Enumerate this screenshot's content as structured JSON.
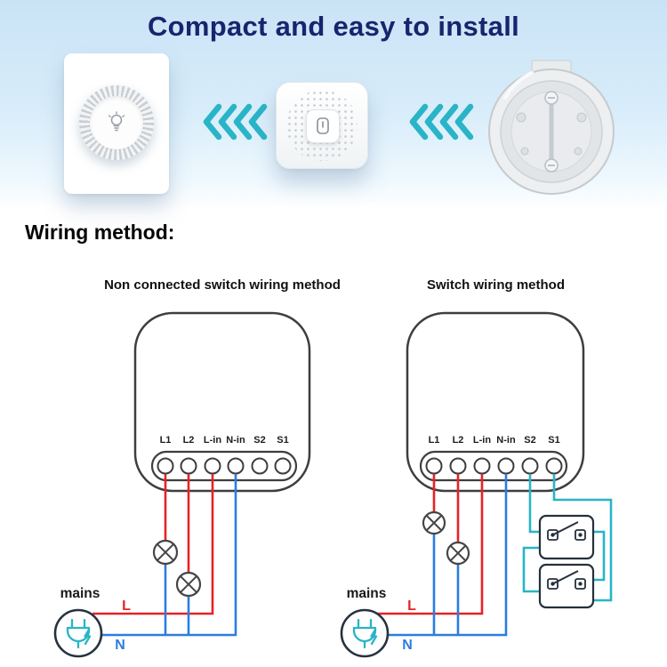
{
  "header": {
    "title": "Compact and easy to install"
  },
  "wiring": {
    "heading": "Wiring method:",
    "terminals": [
      "L1",
      "L2",
      "L-in",
      "N-in",
      "S2",
      "S1"
    ],
    "labels": {
      "mains": "mains",
      "live": "L",
      "neutral": "N"
    },
    "diagrams": {
      "left": {
        "title": "Non connected switch wiring method"
      },
      "right": {
        "title": "Switch wiring method"
      }
    }
  },
  "icons": {
    "chevrons": "chevrons-left-icon",
    "plug": "power-plug-icon",
    "lamp": "lamp-icon",
    "bulb": "bulb-icon"
  },
  "colors": {
    "banner_navy": "#18246d",
    "accent_teal": "#29b4c7",
    "live_red": "#e42327",
    "neutral_blue": "#2b7de0"
  }
}
